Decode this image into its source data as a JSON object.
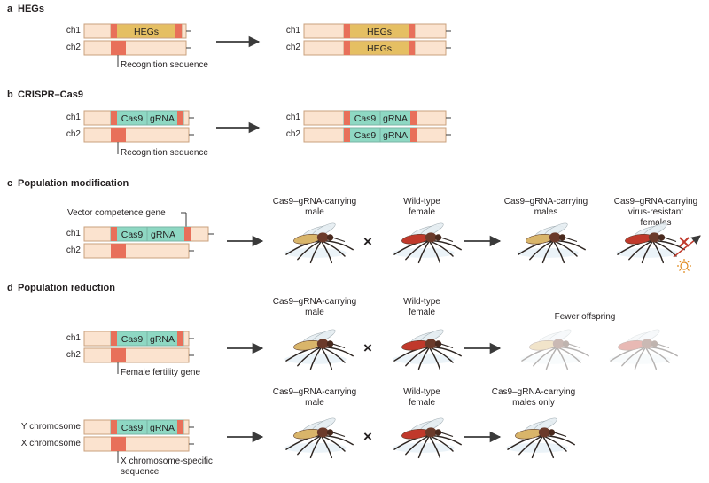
{
  "sections": {
    "a": {
      "letter": "a",
      "title": "HEGs",
      "insert": "HEGs",
      "recognition": "Recognition sequence"
    },
    "b": {
      "letter": "b",
      "title": "CRISPR–Cas9",
      "cas9": "Cas9",
      "grna": "gRNA",
      "recognition": "Recognition sequence"
    },
    "c": {
      "letter": "c",
      "title": "Population modification",
      "cas9": "Cas9",
      "grna": "gRNA",
      "gene_label": "Vector competence gene",
      "male": "Cas9–gRNA-carrying male",
      "female": "Wild-type female",
      "offspring1": "Cas9–gRNA-carrying males",
      "offspring2": "Cas9–gRNA-carrying virus-resistant females"
    },
    "d": {
      "letter": "d",
      "title": "Population reduction",
      "cas9": "Cas9",
      "grna": "gRNA",
      "gene_label": "Female fertility gene",
      "male": "Cas9–gRNA-carrying male",
      "female": "Wild-type female",
      "fewer": "Fewer offspring",
      "y_label": "Y chromosome",
      "x_label": "X chromosome",
      "x_gene": "X chromosome-specific sequence",
      "male2": "Cas9–gRNA-carrying male",
      "female2": "Wild-type female",
      "offspring": "Cas9–gRNA-carrying males only"
    }
  },
  "chromosomes": {
    "ch1": "ch1",
    "ch2": "ch2"
  },
  "cross_symbol": "×",
  "colors": {
    "chromosome": "#fbe3cf",
    "outline": "#c9a07e",
    "site": "#e8705a",
    "heg": "#e5bf63",
    "cas9": "#8ed8c3",
    "grna": "#8ed8c3",
    "mosquito_body": "#6b3a2a",
    "female_abdomen": "#c0392b",
    "male_abdomen": "#d9b56a",
    "virus": "#e08a1e",
    "block": "#c0392b"
  }
}
